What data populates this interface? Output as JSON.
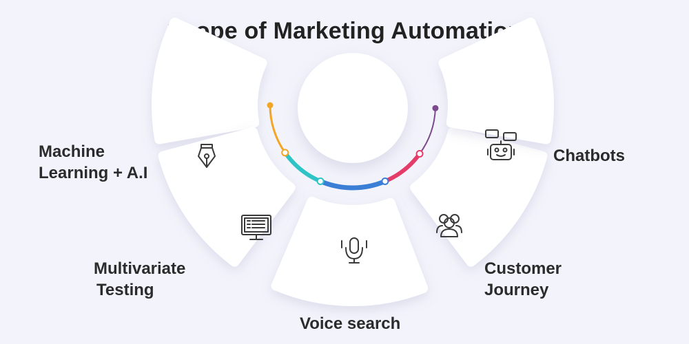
{
  "title": "Scope of Marketing Automation",
  "segments": [
    {
      "id": "ml",
      "lines": [
        "Machine",
        "Learning + A.I"
      ],
      "icon": "pen-nib-icon"
    },
    {
      "id": "mv",
      "lines": [
        "Multivariate",
        "Testing"
      ],
      "icon": "monitor-checklist-icon"
    },
    {
      "id": "vs",
      "lines": [
        "Voice search"
      ],
      "icon": "microphone-icon"
    },
    {
      "id": "cj",
      "lines": [
        "Customer",
        "Journey"
      ],
      "icon": "people-group-icon"
    },
    {
      "id": "cb",
      "lines": [
        "Chatbots"
      ],
      "icon": "robot-chat-icon"
    }
  ],
  "colors": {
    "background": "#f3f3fb",
    "card": "#ffffff",
    "text": "#2b2b2b",
    "icon": "#3a3a3a",
    "arc_orange": "#f3a524",
    "arc_teal": "#2ec4c6",
    "arc_blue": "#3a7fd5",
    "arc_pink": "#e43d6a",
    "arc_purple": "#7b4a8c"
  }
}
